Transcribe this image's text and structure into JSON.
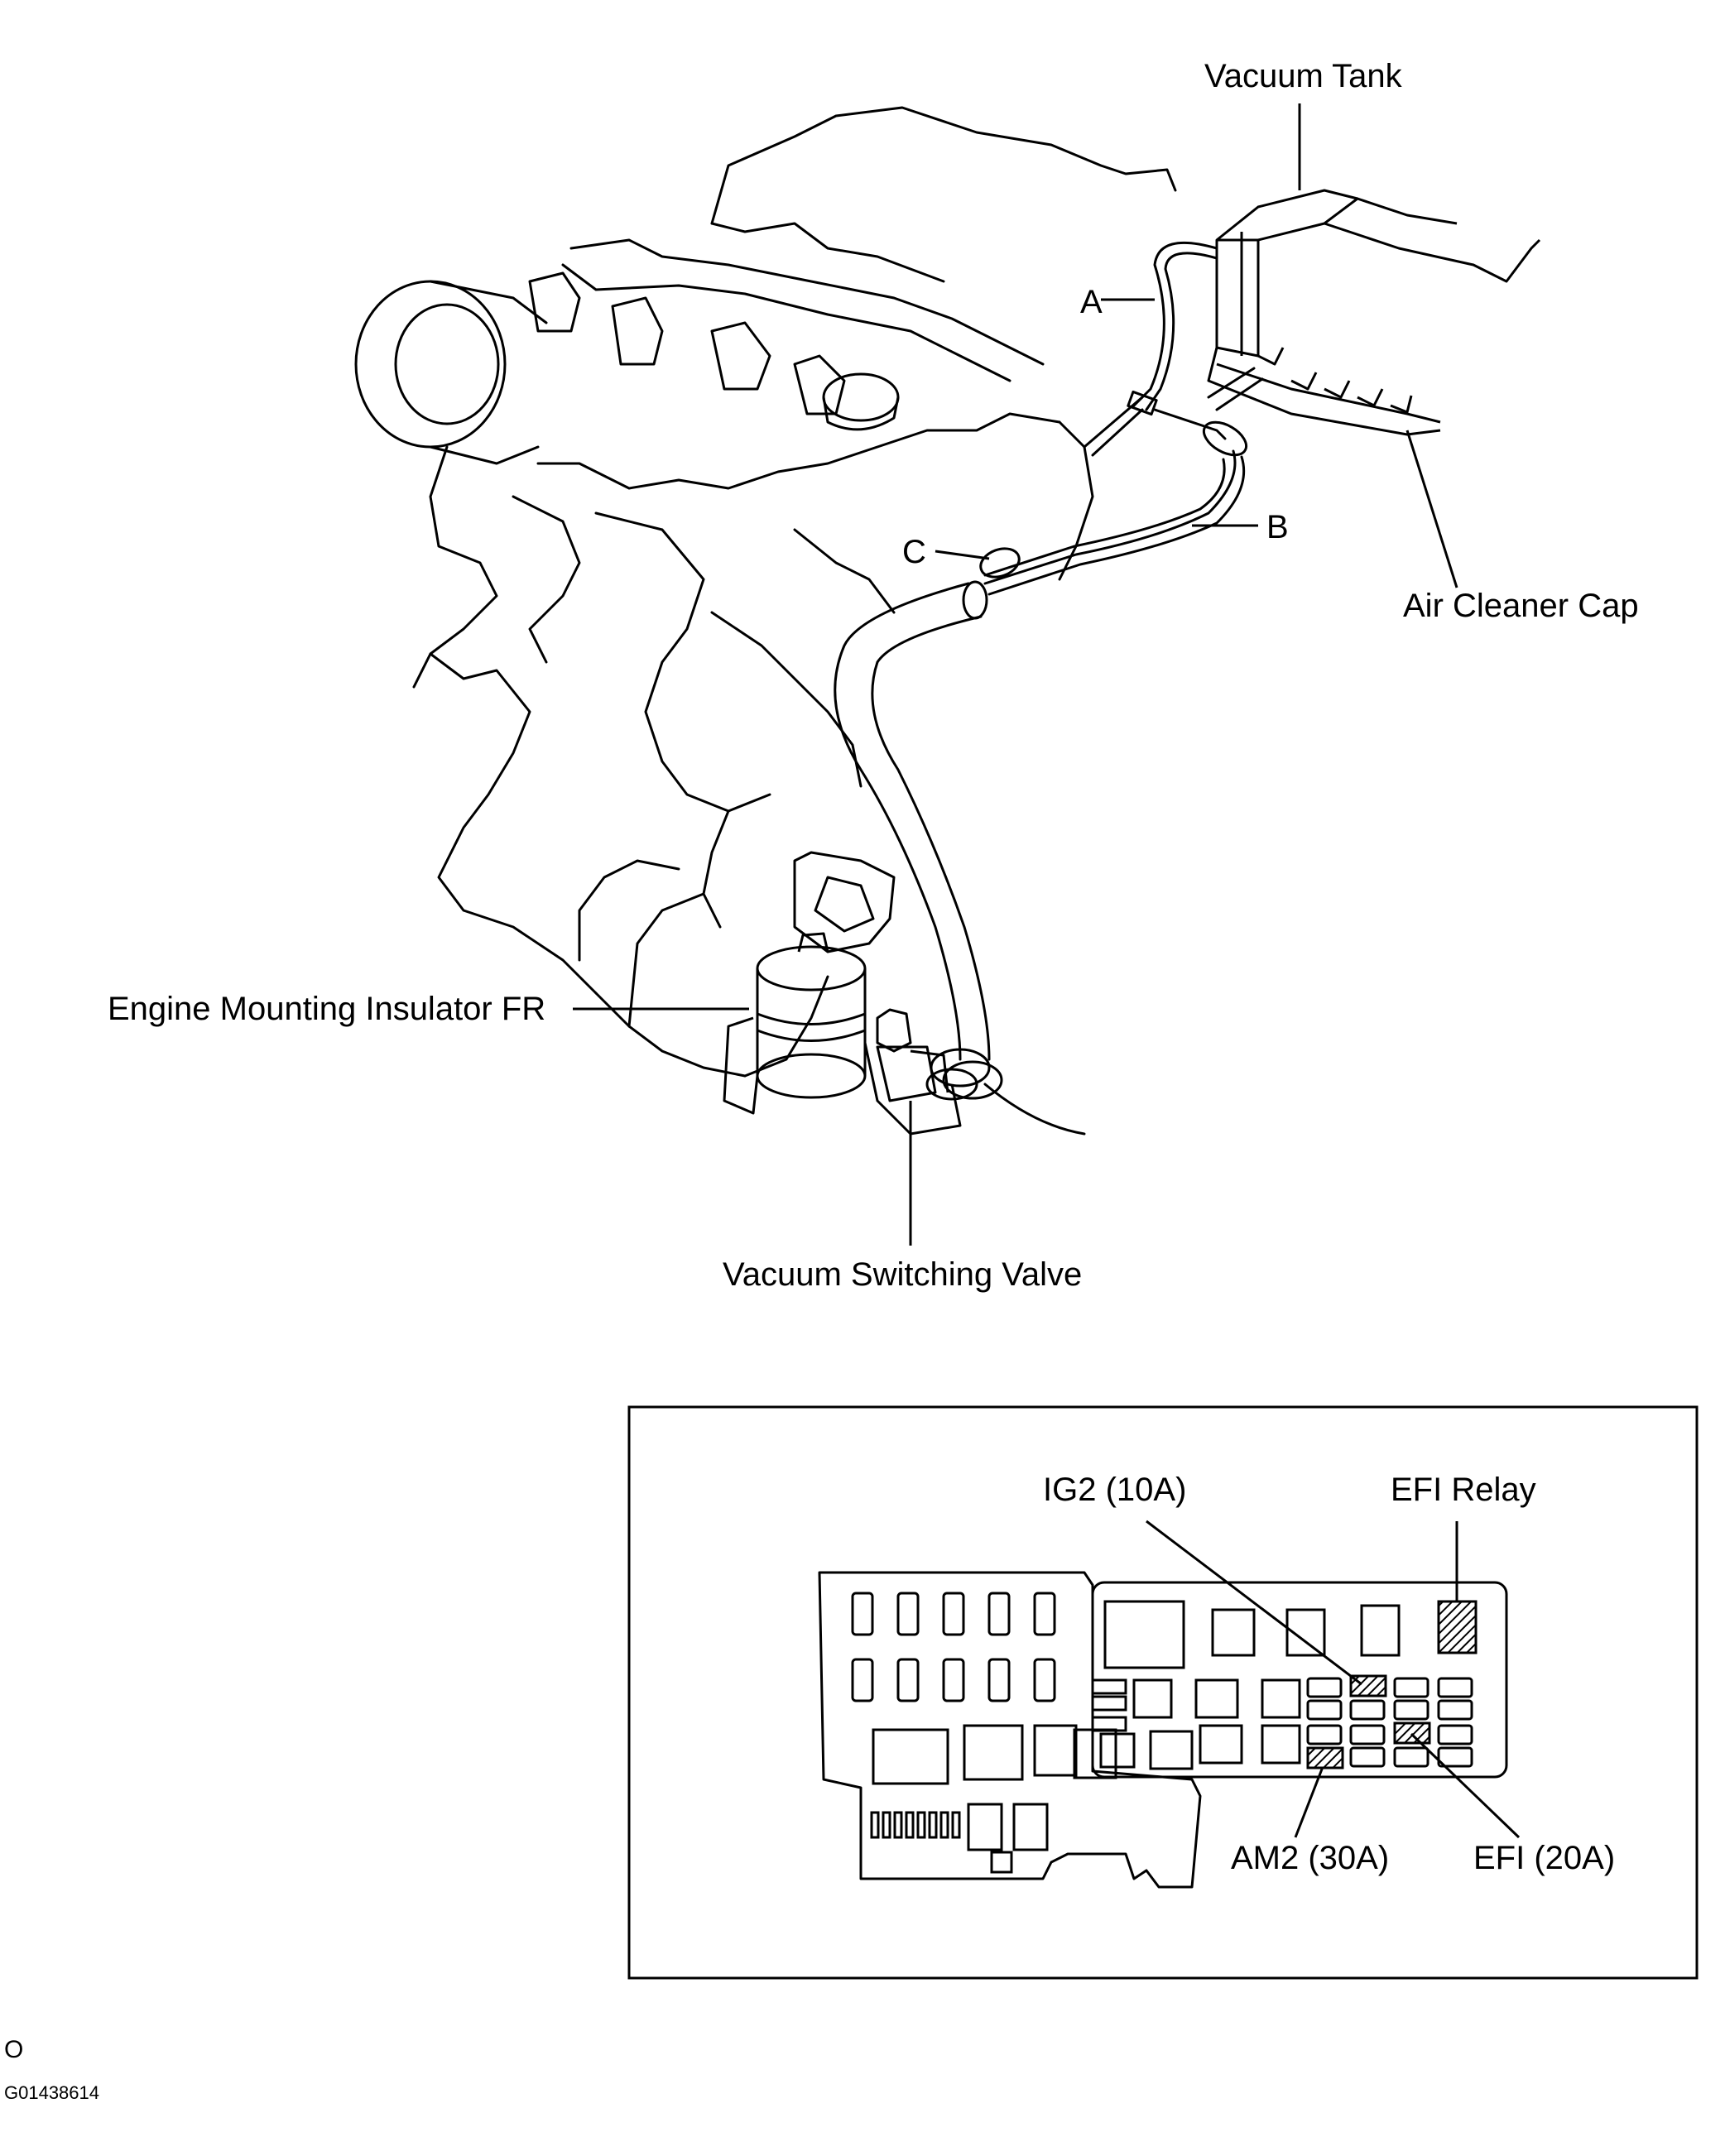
{
  "engine_view": {
    "labels": {
      "vacuum_tank": "Vacuum Tank",
      "air_cleaner_cap": "Air Cleaner Cap",
      "hose_a": "A",
      "hose_b": "B",
      "hose_c": "C",
      "engine_mount": "Engine Mounting Insulator FR",
      "vsv": "Vacuum Switching Valve"
    }
  },
  "fuse_box": {
    "labels": {
      "ig2": "IG2 (10A)",
      "efi_relay": "EFI Relay",
      "am2": "AM2 (30A)",
      "efi": "EFI (20A)"
    }
  },
  "footer": {
    "mark": "O",
    "figure_id": "G01438614"
  }
}
